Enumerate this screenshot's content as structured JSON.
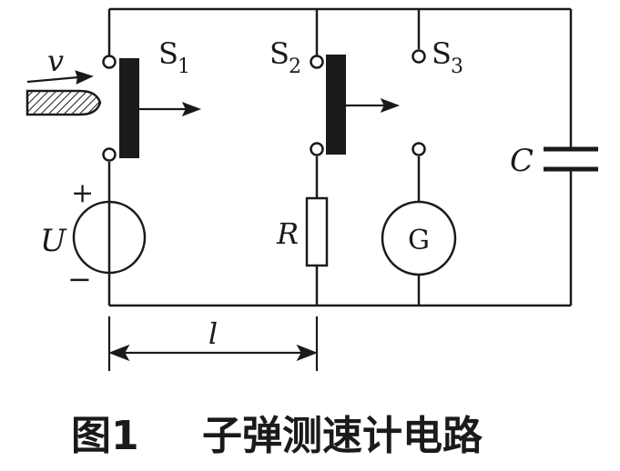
{
  "labels": {
    "velocity": "v",
    "switch1": "S",
    "switch1_sub": "1",
    "switch2": "S",
    "switch2_sub": "2",
    "switch3": "S",
    "switch3_sub": "3",
    "capacitor": "C",
    "source": "U",
    "plus": "+",
    "minus": "−",
    "resistor": "R",
    "galvanometer": "G",
    "length": "l"
  },
  "caption": {
    "figure": "图1",
    "title": "子弹测速计电路"
  },
  "colors": {
    "ink": "#1a1a1a",
    "background": "#ffffff"
  }
}
